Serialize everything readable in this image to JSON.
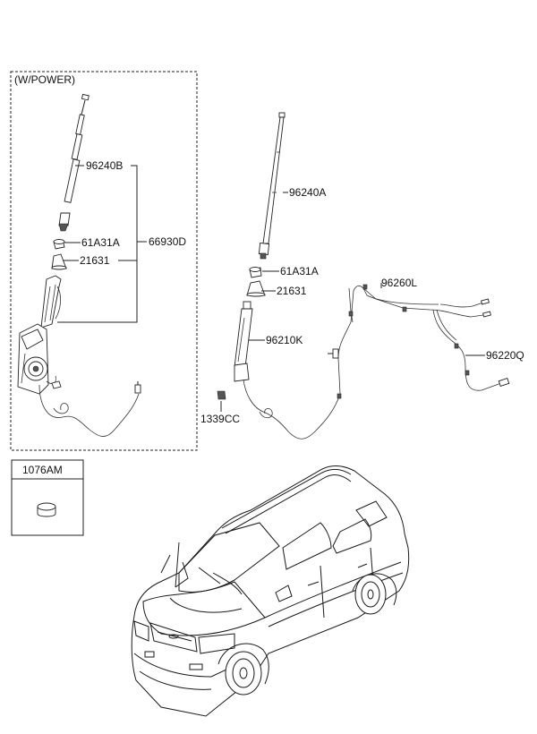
{
  "diagram": {
    "group_power_label": "(W/POWER)",
    "group_grommet_label": "1076AM",
    "power_parts": {
      "mast": "96240B",
      "nut": "61A31A",
      "bezel": "21631",
      "assembly": "66930D"
    },
    "manual_parts": {
      "mast": "96240A",
      "nut": "61A31A",
      "bezel": "21631",
      "antenna_base": "96210K",
      "screw": "1339CC"
    },
    "cable_parts": {
      "main_cable": "96260L",
      "extension_cable": "96220Q"
    }
  }
}
